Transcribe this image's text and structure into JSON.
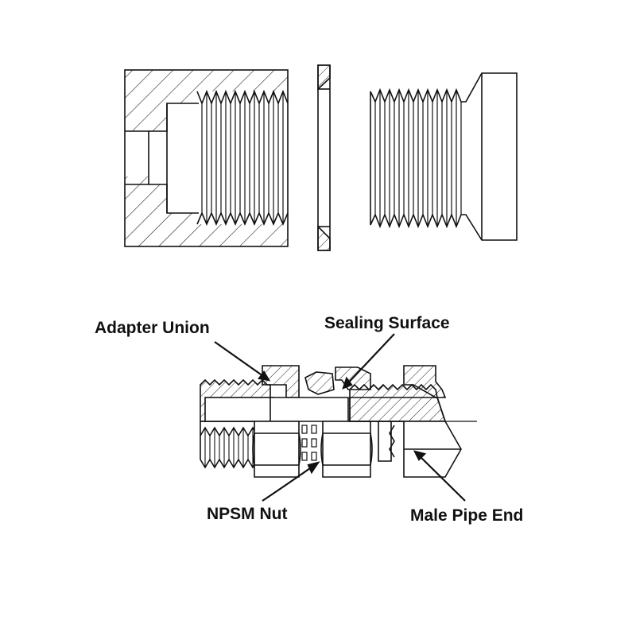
{
  "diagram": {
    "top_view": {
      "parts": [
        "female-threaded-port",
        "sealing-washer",
        "male-threaded-plug"
      ]
    },
    "bottom_view": {
      "labels": {
        "adapter_union": "Adapter Union",
        "sealing_surface": "Sealing Surface",
        "npsm_nut": "NPSM Nut",
        "male_pipe_end": "Male Pipe End"
      }
    },
    "colors": {
      "line": "#111111",
      "hatch": "#222222",
      "background": "#ffffff"
    }
  }
}
